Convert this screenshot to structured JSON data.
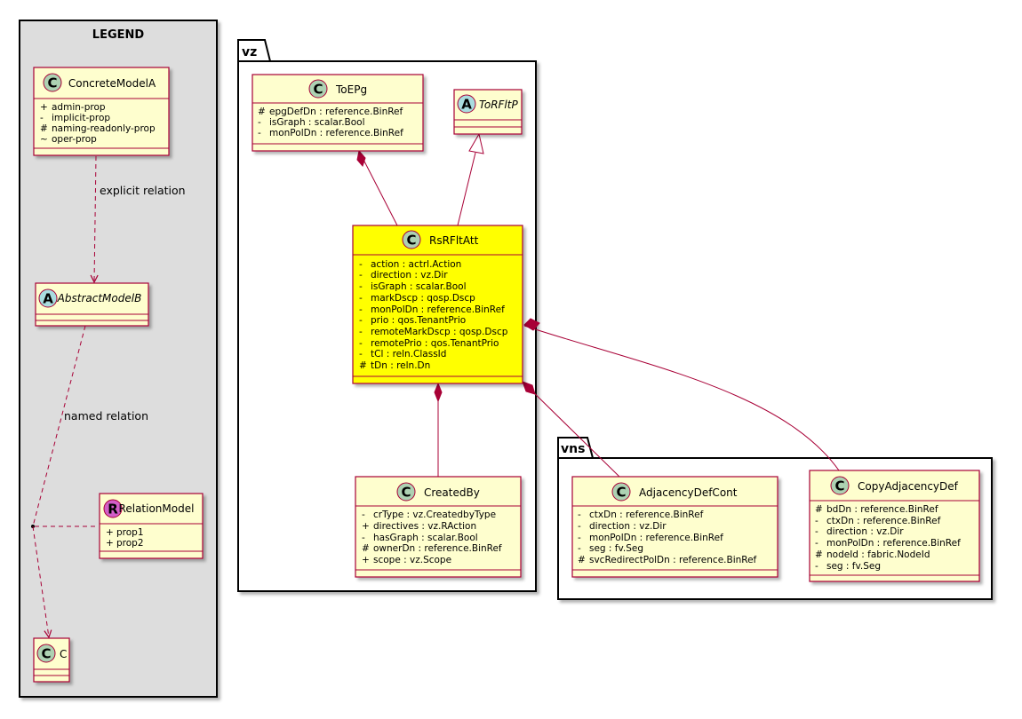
{
  "colors": {
    "class_fill": "#FEFECE",
    "class_border": "#A80036",
    "highlight_fill": "#FFFF00",
    "class_circle": "#ADD1B2",
    "abstract_circle": "#A9DCDF",
    "relation_circle": "#D15EC8",
    "legend_bg": "#DDDDDD"
  },
  "legend": {
    "title": "LEGEND",
    "concrete": {
      "glyph": "C",
      "name": "ConcreteModelA",
      "attrs": [
        {
          "vis": "+",
          "text": "admin-prop"
        },
        {
          "vis": "-",
          "text": "implicit-prop"
        },
        {
          "vis": "#",
          "text": "naming-readonly-prop"
        },
        {
          "vis": "~",
          "text": "oper-prop"
        }
      ]
    },
    "explicit_label": "explicit relation",
    "abstract": {
      "glyph": "A",
      "name": "AbstractModelB"
    },
    "named_label": "named relation",
    "relation": {
      "glyph": "R",
      "name": "RelationModel",
      "attrs": [
        {
          "vis": "+",
          "text": "prop1"
        },
        {
          "vis": "+",
          "text": "prop2"
        }
      ]
    },
    "c": {
      "glyph": "C",
      "name": "C"
    }
  },
  "packages": {
    "vz": "vz",
    "vns": "vns"
  },
  "classes": {
    "toepg": {
      "glyph": "C",
      "name": "ToEPg",
      "attrs": [
        {
          "vis": "#",
          "text": "epgDefDn : reference.BinRef"
        },
        {
          "vis": "-",
          "text": "isGraph : scalar.Bool"
        },
        {
          "vis": "-",
          "text": "monPolDn : reference.BinRef"
        }
      ]
    },
    "torfltp": {
      "glyph": "A",
      "name": "ToRFltP"
    },
    "rsrfltatt": {
      "glyph": "C",
      "name": "RsRFltAtt",
      "attrs": [
        {
          "vis": "-",
          "text": "action : actrl.Action"
        },
        {
          "vis": "-",
          "text": "direction : vz.Dir"
        },
        {
          "vis": "-",
          "text": "isGraph : scalar.Bool"
        },
        {
          "vis": "-",
          "text": "markDscp : qosp.Dscp"
        },
        {
          "vis": "-",
          "text": "monPolDn : reference.BinRef"
        },
        {
          "vis": "-",
          "text": "prio : qos.TenantPrio"
        },
        {
          "vis": "-",
          "text": "remoteMarkDscp : qosp.Dscp"
        },
        {
          "vis": "-",
          "text": "remotePrio : qos.TenantPrio"
        },
        {
          "vis": "-",
          "text": "tCl : reln.ClassId"
        },
        {
          "vis": "#",
          "text": "tDn : reln.Dn"
        }
      ]
    },
    "createdby": {
      "glyph": "C",
      "name": "CreatedBy",
      "attrs": [
        {
          "vis": "-",
          "text": "crType : vz.CreatedbyType"
        },
        {
          "vis": "+",
          "text": "directives : vz.RAction"
        },
        {
          "vis": "-",
          "text": "hasGraph : scalar.Bool"
        },
        {
          "vis": "#",
          "text": "ownerDn : reference.BinRef"
        },
        {
          "vis": "+",
          "text": "scope : vz.Scope"
        }
      ]
    },
    "adjacencydefcont": {
      "glyph": "C",
      "name": "AdjacencyDefCont",
      "attrs": [
        {
          "vis": "-",
          "text": "ctxDn : reference.BinRef"
        },
        {
          "vis": "-",
          "text": "direction : vz.Dir"
        },
        {
          "vis": "-",
          "text": "monPolDn : reference.BinRef"
        },
        {
          "vis": "-",
          "text": "seg : fv.Seg"
        },
        {
          "vis": "#",
          "text": "svcRedirectPolDn : reference.BinRef"
        }
      ]
    },
    "copyadjacencydef": {
      "glyph": "C",
      "name": "CopyAdjacencyDef",
      "attrs": [
        {
          "vis": "#",
          "text": "bdDn : reference.BinRef"
        },
        {
          "vis": "-",
          "text": "ctxDn : reference.BinRef"
        },
        {
          "vis": "-",
          "text": "direction : vz.Dir"
        },
        {
          "vis": "-",
          "text": "monPolDn : reference.BinRef"
        },
        {
          "vis": "#",
          "text": "nodeId : fabric.NodeId"
        },
        {
          "vis": "-",
          "text": "seg : fv.Seg"
        }
      ]
    }
  }
}
